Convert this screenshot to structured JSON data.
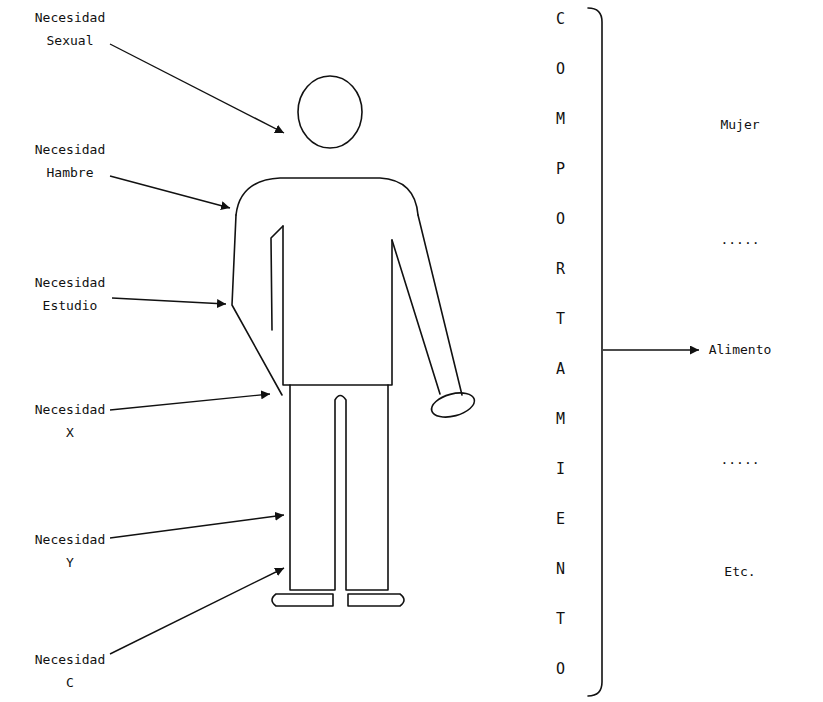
{
  "diagram": {
    "labels": [
      "Necesidad Sexual",
      "Necesidad Hambre",
      "Necesidad Estudio",
      "Necesidad X",
      "Necesidad Y",
      "Necesidad C",
      "COMPORTAMIENTO",
      "Mujer",
      ".....",
      "Alimento",
      ".....",
      "Etc."
    ]
  }
}
